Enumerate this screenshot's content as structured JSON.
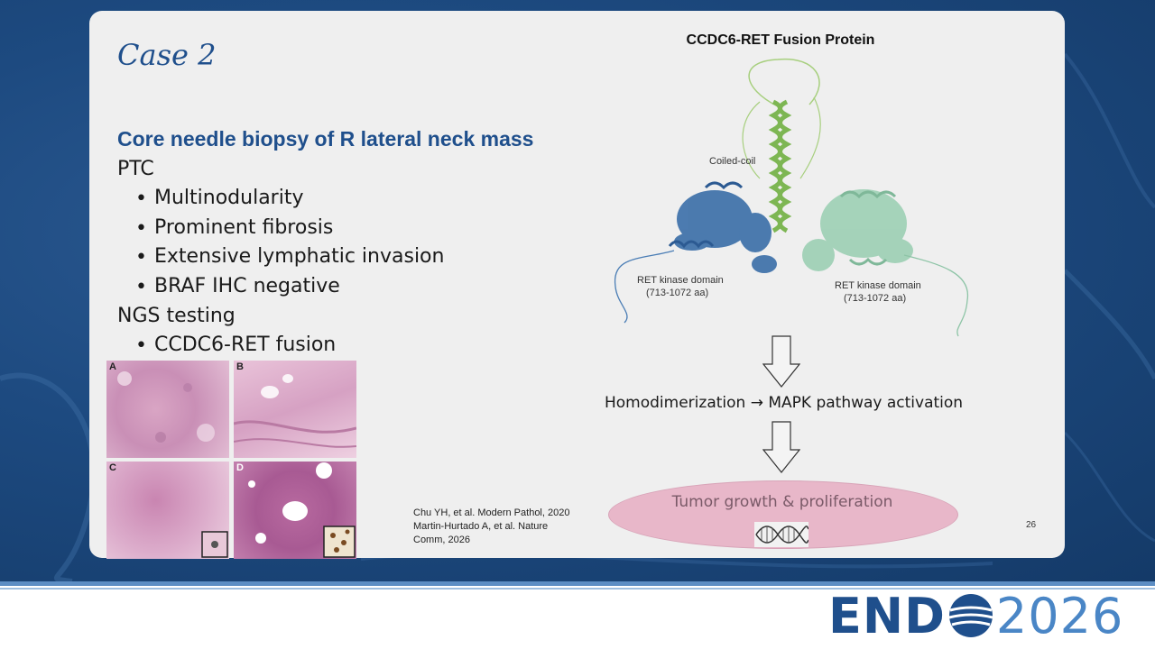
{
  "slide": {
    "title": "Case 2",
    "subheading": "Core needle biopsy of R lateral neck mass",
    "section1": "PTC",
    "bullets1": [
      "Multinodularity",
      "Prominent fibrosis",
      "Extensive lymphatic invasion",
      "BRAF IHC negative"
    ],
    "section2": "NGS testing",
    "bullets2": [
      "CCDC6-RET fusion"
    ],
    "bullet_glyph": "•",
    "histology_panels": [
      "A",
      "B",
      "C",
      "D"
    ],
    "references": [
      "Chu YH, et al. Modern Pathol, 2020",
      "Martin-Hurtado A, et al. Nature",
      "Comm, 2026"
    ],
    "page_number": "26"
  },
  "figure": {
    "title": "CCDC6-RET Fusion Protein",
    "label_coil": "Coiled-coil",
    "label_left_1": "RET kinase domain",
    "label_left_2": "(713-1072 aa)",
    "label_right_1": "RET kinase domain",
    "label_right_2": "(713-1072 aa)",
    "flow_step1": "Homodimerization → MAPK pathway activation",
    "flow_step2": "Tumor growth & proliferation",
    "colors": {
      "ret_left": "#3a6ea8",
      "coil": "#8cc06a",
      "ret_right": "#9ccfb4",
      "ellipse": "#e8b7c9"
    }
  },
  "footer": {
    "logo_left": "END",
    "logo_right": "2026"
  }
}
